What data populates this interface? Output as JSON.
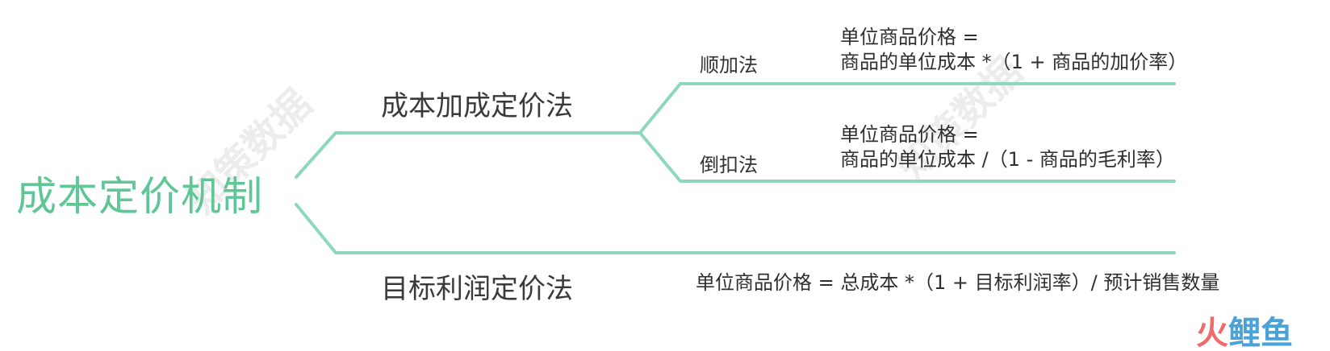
{
  "diagram": {
    "root": "成本定价机制",
    "branches": [
      {
        "label": "成本加成定价法",
        "methods": [
          {
            "label": "顺加法",
            "formula_line1": "单位商品价格 =",
            "formula_line2": "商品的单位成本 *（1 + 商品的加价率）"
          },
          {
            "label": "倒扣法",
            "formula_line1": "单位商品价格 =",
            "formula_line2": "商品的单位成本 /（1 - 商品的毛利率）"
          }
        ]
      },
      {
        "label": "目标利润定价法",
        "formula": "单位商品价格 = 总成本 *（1 + 目标利润率）/ 预计销售数量"
      }
    ]
  },
  "watermark": "知策数据",
  "logo": {
    "part1": "火",
    "part2": "鲤鱼"
  },
  "colors": {
    "accent": "#5fc696",
    "line": "#8fd7bb"
  }
}
